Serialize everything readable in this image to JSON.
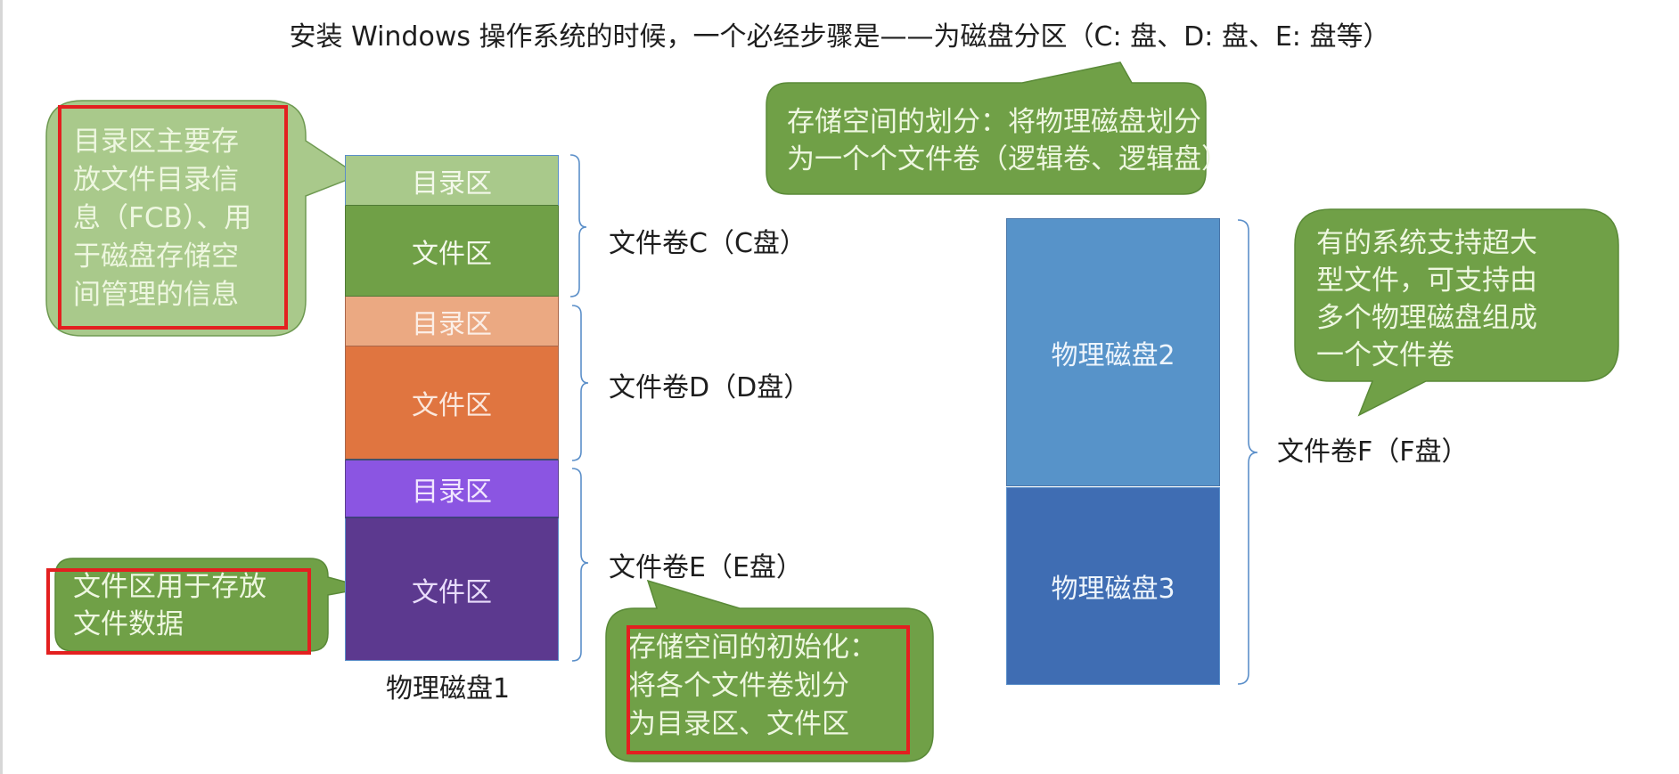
{
  "title": "安装 Windows 操作系统的时候，一个必经步骤是——为磁盘分区（C: 盘、D: 盘、E: 盘等）",
  "physical_disk_1": {
    "caption": "物理磁盘1",
    "segments": [
      {
        "label": "目录区",
        "volume": "C",
        "kind": "directory",
        "color": "#a9c98b"
      },
      {
        "label": "文件区",
        "volume": "C",
        "kind": "file",
        "color": "#70a047"
      },
      {
        "label": "目录区",
        "volume": "D",
        "kind": "directory",
        "color": "#eba982"
      },
      {
        "label": "文件区",
        "volume": "D",
        "kind": "file",
        "color": "#e07540"
      },
      {
        "label": "目录区",
        "volume": "E",
        "kind": "directory",
        "color": "#8b55e2"
      },
      {
        "label": "文件区",
        "volume": "E",
        "kind": "file",
        "color": "#5c398f"
      }
    ]
  },
  "volumes": [
    {
      "label": "文件卷C（C盘）"
    },
    {
      "label": "文件卷D（D盘）"
    },
    {
      "label": "文件卷E（E盘）"
    },
    {
      "label": "文件卷F（F盘）"
    }
  ],
  "physical_disks_right": [
    {
      "label": "物理磁盘2",
      "color": "#5793c9"
    },
    {
      "label": "物理磁盘3",
      "color": "#3f6db3"
    }
  ],
  "callouts": {
    "directory_area": "目录区主要存\n放文件目录信\n息（FCB）、用\n于磁盘存储空\n间管理的信息",
    "file_area": "文件区用于存放\n文件数据",
    "partitioning": "存储空间的划分：将物理磁盘划分\n为一个个文件卷（逻辑卷、逻辑盘）",
    "initialization": "存储空间的初始化：\n将各个文件卷划分\n为目录区、文件区",
    "large_files": "有的系统支持超大\n型文件，可支持由\n多个物理磁盘组成\n一个文件卷"
  },
  "colors": {
    "callout_dark": "#70a047",
    "callout_light": "#a9c98b",
    "highlight_red": "#e32020",
    "brace": "#5b8fc9"
  }
}
